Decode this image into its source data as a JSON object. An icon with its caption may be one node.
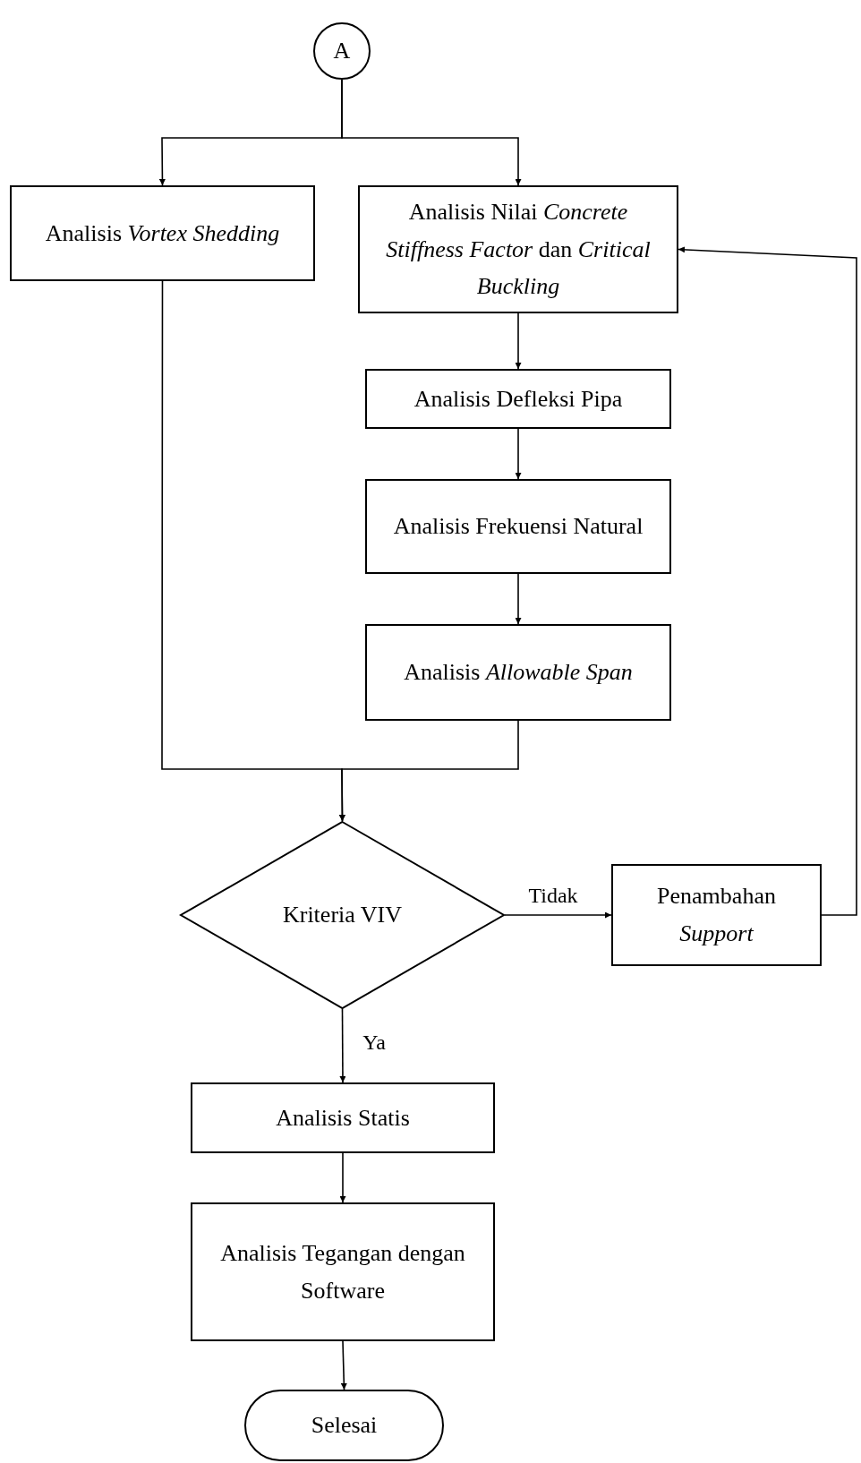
{
  "diagram": {
    "nodes": [
      {
        "text": [
          "A"
        ]
      },
      {
        "text": [
          "Analisis *Vortex Shedding*"
        ]
      },
      {
        "text": [
          "Analisis Nilai *Concrete Stiffness Factor* dan *Critical Buckling*"
        ]
      },
      {
        "text": [
          "Analisis Defleksi Pipa"
        ]
      },
      {
        "text": [
          "Analisis Frekuensi Natural"
        ]
      },
      {
        "text": [
          "Analisis *Allowable Span*"
        ]
      },
      {
        "text": [
          "Kriteria VIV"
        ]
      },
      {
        "text": [
          "Penambahan *Support*"
        ]
      },
      {
        "text": [
          "Analisis Statis"
        ]
      },
      {
        "text": [
          "Analisis Tegangan dengan Software"
        ]
      },
      {
        "text": [
          "Selesai"
        ]
      }
    ],
    "edges": [
      {
        "from": 0,
        "to": 1,
        "arrow": "to"
      },
      {
        "from": 0,
        "to": 2,
        "arrow": "to"
      },
      {
        "from": 2,
        "to": 3,
        "arrow": "to"
      },
      {
        "from": 3,
        "to": 4,
        "arrow": "to"
      },
      {
        "from": 4,
        "to": 5,
        "arrow": "to"
      },
      {
        "from": 1,
        "to": 6,
        "arrow": "to"
      },
      {
        "from": 5,
        "to": 6,
        "arrow": "to"
      },
      {
        "from": 6,
        "to": 7,
        "arrow": "to",
        "label": "Tidak"
      },
      {
        "from": 7,
        "to": 2,
        "arrow": "to"
      },
      {
        "from": 6,
        "to": 8,
        "arrow": "to",
        "label": "Ya"
      },
      {
        "from": 8,
        "to": 9,
        "arrow": "to"
      },
      {
        "from": 9,
        "to": 10,
        "arrow": "to"
      }
    ]
  }
}
